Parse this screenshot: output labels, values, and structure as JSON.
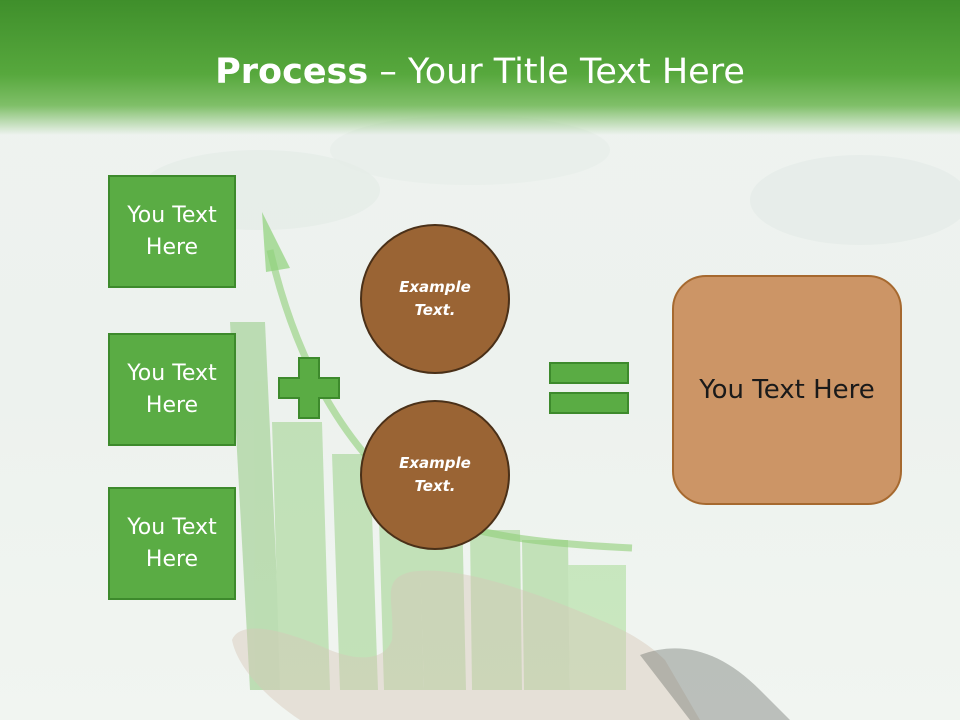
{
  "header": {
    "title_bold": "Process",
    "title_rest": " – Your Title Text Here"
  },
  "left_boxes": [
    {
      "label": "You Text Here"
    },
    {
      "label": "You Text Here"
    },
    {
      "label": "You Text Here"
    }
  ],
  "circles": [
    {
      "label": "Example Text."
    },
    {
      "label": "Example Text."
    }
  ],
  "result": {
    "label": "You Text Here"
  },
  "colors": {
    "header_green": "#4c9d35",
    "box_green": "#5aac44",
    "circle_brown": "#9a6434",
    "result_tan": "#cc9566"
  },
  "icons": {
    "operator_1": "plus-icon",
    "operator_2": "equals-icon"
  }
}
